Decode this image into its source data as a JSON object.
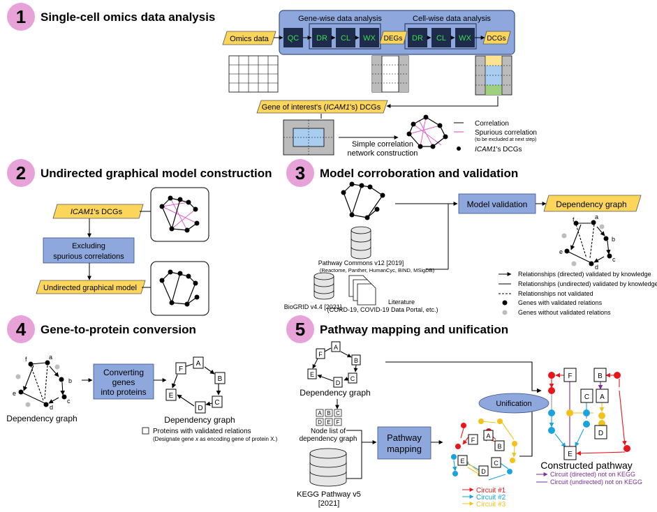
{
  "colors": {
    "step_circle": "#e7a3d8",
    "blue_box": "#8ea7dd",
    "blue_box_stroke": "#3a4f8a",
    "dark_box": "#1e2b4a",
    "green_text": "#36e04a",
    "yellow": "#fcd55b",
    "pink": "#e45fcf",
    "red": "#e8161b",
    "cyan": "#1aa3dc",
    "gold": "#f2c21b",
    "purple": "#7a2f9b",
    "node_gray": "#bdbdbd",
    "matrix_blue": "#a9cdee",
    "matrix_green": "#9fcf7f",
    "matrix_yellow": "#fbe48f"
  },
  "section1": {
    "number": "1",
    "title": "Single-cell omics data analysis",
    "omics": "Omics data",
    "gene_wise": "Gene-wise data analysis",
    "cell_wise": "Cell-wise data analysis",
    "qc": "QC",
    "dr": "DR",
    "cl": "CL",
    "wx": "WX",
    "degs": "DEGs",
    "dcgs": "DCGs",
    "gene_interest_pre": "Gene of interest's (",
    "gene_interest_it": "ICAM1",
    "gene_interest_post": "'s) DCGs",
    "simple_corr_1": "Simple correlation",
    "simple_corr_2": "network construction",
    "legend_correlation": "Correlation",
    "legend_spurious": "Spurious correlation",
    "legend_spurious_note": "(to be excluded at next step)",
    "legend_dcgs_it": "ICAM1",
    "legend_dcgs_rest": "'s DCGs"
  },
  "section2": {
    "number": "2",
    "title": "Undirected graphical model construction",
    "icam_it": "ICAM1",
    "icam_rest": "'s DCGs",
    "excluding_1": "Excluding",
    "excluding_2": "spurious correlations",
    "undirected": "Undirected graphical model"
  },
  "section3": {
    "number": "3",
    "title": "Model corroboration and validation",
    "model_validation": "Model validation",
    "dependency_graph": "Dependency graph",
    "pathway_commons": "Pathway Commons v12 [2019]",
    "pathway_commons_sub": "(Reactome, Panther, HumanCyc, BIND, MSigDB)",
    "biogrid": "BioGRID v4.4 [2021]",
    "literature": "Literature",
    "literature_sub": "(CORD-19, COVID-19 Data Portal, etc.)",
    "legend": [
      "Relationships (directed) validated by knowledge",
      "Relationships (undirected) validated by knowledge",
      "Relationships not validated",
      "Genes with validated relations",
      "Genes without validated relations"
    ],
    "node_labels": [
      "f",
      "a",
      "b",
      "c",
      "d",
      "e"
    ]
  },
  "section4": {
    "number": "4",
    "title": "Gene-to-protein conversion",
    "converting_1": "Converting",
    "converting_2": "genes",
    "converting_3": "into proteins",
    "dep_graph_left": "Dependency graph",
    "dep_graph_right": "Dependency graph",
    "proteins_validated": "Proteins with validated relations",
    "designate_pre": "(Designate gene ",
    "designate_x1": "x",
    "designate_mid": " as encoding gene of protein X.)",
    "proteins": [
      "A",
      "B",
      "C",
      "D",
      "E",
      "F"
    ]
  },
  "section5": {
    "number": "5",
    "title": "Pathway mapping and unification",
    "dep_graph": "Dependency graph",
    "node_list_1": "Node list of",
    "node_list_2": "dependency graph",
    "pathway_mapping_1": "Pathway",
    "pathway_mapping_2": "mapping",
    "kegg_1": "KEGG Pathway v5",
    "kegg_2": "[2021]",
    "unification": "Unification",
    "constructed": "Constructed pathway",
    "circuit1": "Circuit #1",
    "circuit2": "Circuit #2",
    "circuit3": "Circuit #3",
    "legend_directed": "Circuit (directed) not on KEGG",
    "legend_undirected": "Circuit (undirected) not on KEGG",
    "node_list": [
      "A",
      "B",
      "C",
      "D",
      "E",
      "F"
    ]
  }
}
